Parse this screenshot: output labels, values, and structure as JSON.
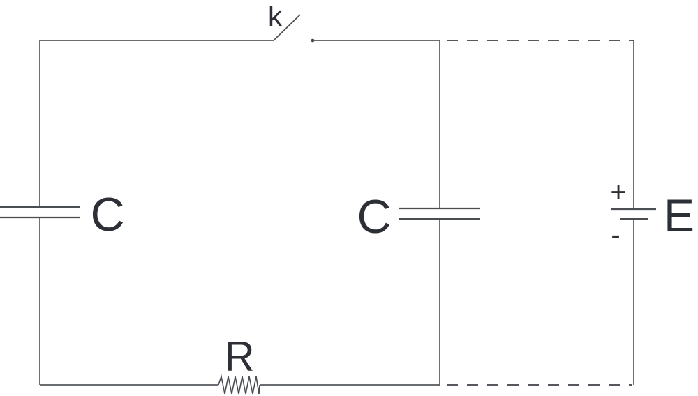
{
  "colors": {
    "wire": "#55585e",
    "component": "#4a4d52",
    "label": "#2c2f35"
  },
  "components": {
    "switch": {
      "label": "k"
    },
    "capacitor_left": {
      "label": "C"
    },
    "capacitor_middle": {
      "label": "C"
    },
    "resistor": {
      "label": "R"
    },
    "battery": {
      "label": "E",
      "plus": "+",
      "minus": "-"
    }
  }
}
